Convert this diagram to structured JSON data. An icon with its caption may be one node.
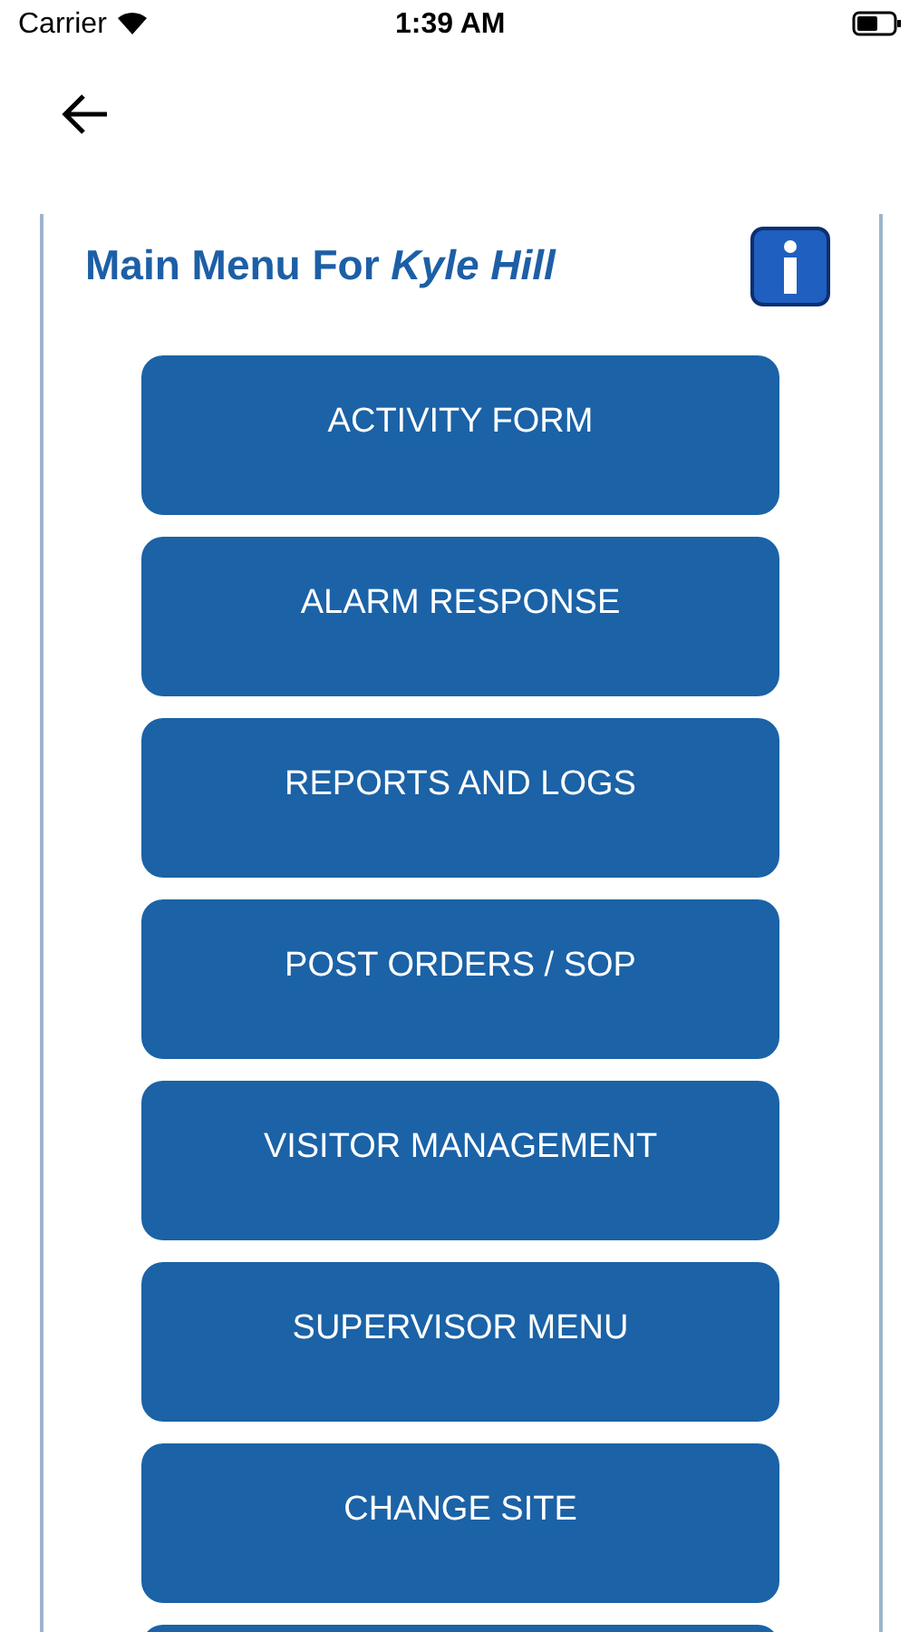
{
  "diagram": {
    "title": "Main Menu For *Kyle Hill*",
    "nodes": [
      {
        "text": [
          "ACTIVITY FORM"
        ]
      },
      {
        "text": [
          "ALARM RESPONSE"
        ]
      },
      {
        "text": [
          "REPORTS AND LOGS"
        ]
      },
      {
        "text": [
          "POST ORDERS / SOP"
        ]
      },
      {
        "text": [
          "VISITOR MANAGEMENT"
        ]
      },
      {
        "text": [
          "SUPERVISOR MENU"
        ]
      },
      {
        "text": [
          "CHANGE SITE"
        ]
      },
      {
        "text": [],
        "shape": "box"
      }
    ],
    "edges": [],
    "labels": [
      "Carrier",
      "1:39 AM"
    ]
  }
}
